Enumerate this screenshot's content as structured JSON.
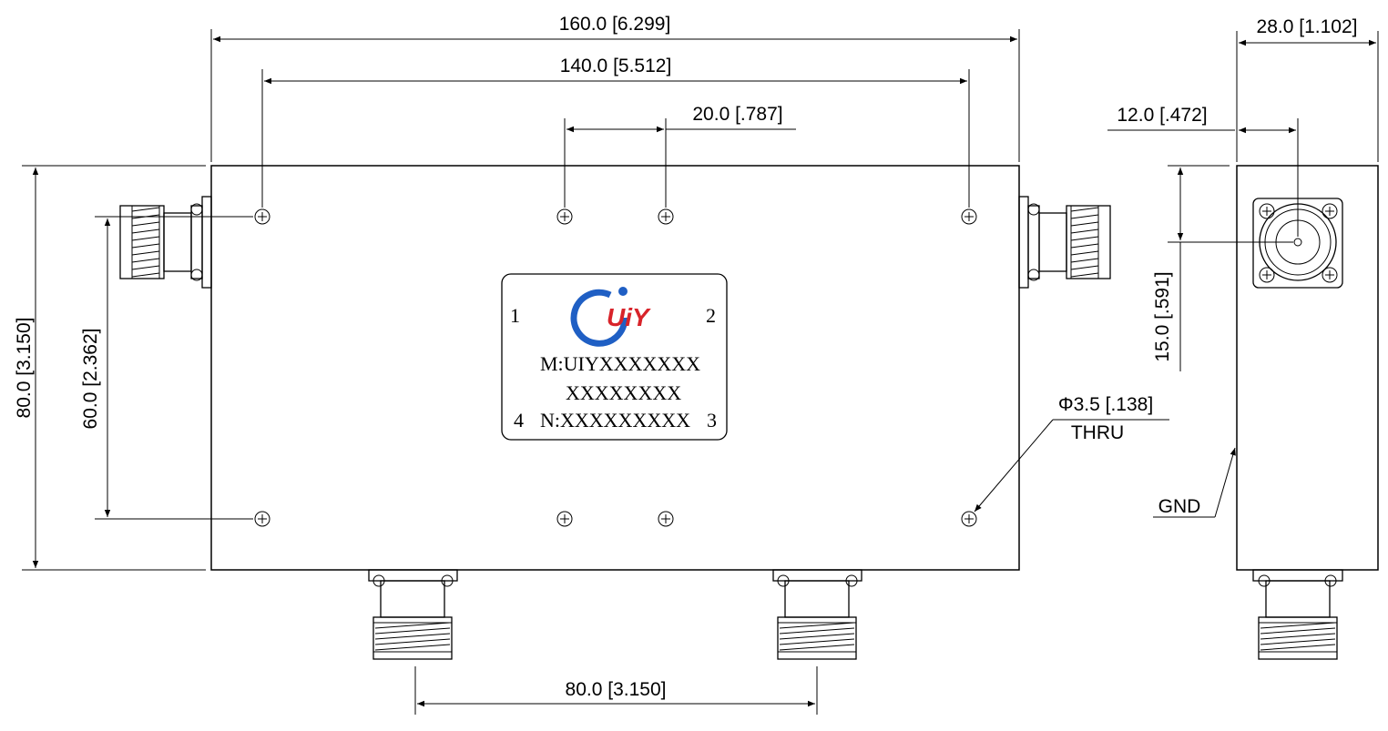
{
  "dimensions": {
    "overall_length": "160.0 [6.299]",
    "hole_span": "140.0 [5.512]",
    "center_hole_pitch": "20.0 [.787]",
    "overall_height": "80.0 [3.150]",
    "hole_vertical_span": "60.0 [2.362]",
    "port_spacing": "80.0 [3.150]",
    "side_width": "28.0 [1.102]",
    "connector_offset_x": "12.0 [.472]",
    "connector_offset_y": "15.0 [.591]",
    "hole_diameter": "Φ3.5 [.138]",
    "hole_note": "THRU"
  },
  "labels": {
    "gnd": "GND",
    "port_1": "1",
    "port_2": "2",
    "port_3": "3",
    "port_4": "4",
    "model_line": "M:UIYXXXXXXX",
    "model_line_2": "XXXXXXXX",
    "serial_line": "N:XXXXXXXXX",
    "logo_text": "UiY"
  },
  "colors": {
    "logo_blue": "#1f5fc4",
    "logo_red": "#d8232a",
    "line": "#000000"
  }
}
